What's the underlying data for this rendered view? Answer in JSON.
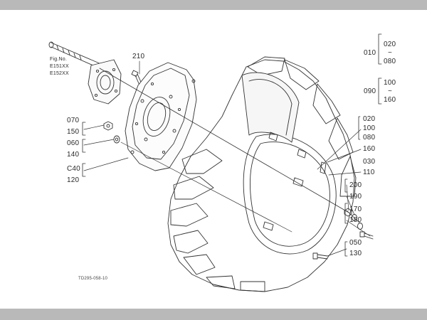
{
  "fig_ref": {
    "title": "Fig.No.",
    "lines": [
      "E151XX",
      "E152XX"
    ]
  },
  "drawing_code": "TD295-058-10",
  "callouts": [
    {
      "id": "c210",
      "label": "210"
    },
    {
      "id": "c070",
      "label": "070"
    },
    {
      "id": "c150",
      "label": "150"
    },
    {
      "id": "c060",
      "label": "060"
    },
    {
      "id": "c140",
      "label": "140"
    },
    {
      "id": "c040",
      "label": "C40"
    },
    {
      "id": "c120",
      "label": "120"
    },
    {
      "id": "c010",
      "label": "010"
    },
    {
      "id": "c010_from",
      "label": "020"
    },
    {
      "id": "c010_tilde",
      "label": "~"
    },
    {
      "id": "c010_to",
      "label": "080"
    },
    {
      "id": "c090",
      "label": "090"
    },
    {
      "id": "c090_from",
      "label": "100"
    },
    {
      "id": "c090_tilde",
      "label": "~"
    },
    {
      "id": "c090_to",
      "label": "160"
    },
    {
      "id": "r020",
      "label": "020"
    },
    {
      "id": "r100",
      "label": "100"
    },
    {
      "id": "r080",
      "label": "080"
    },
    {
      "id": "r160",
      "label": "160"
    },
    {
      "id": "r030",
      "label": "030"
    },
    {
      "id": "r110",
      "label": "110"
    },
    {
      "id": "r200",
      "label": "200"
    },
    {
      "id": "r190",
      "label": "190"
    },
    {
      "id": "r170",
      "label": "170"
    },
    {
      "id": "r180",
      "label": "180"
    },
    {
      "id": "r050",
      "label": "050"
    },
    {
      "id": "r130",
      "label": "130"
    }
  ]
}
